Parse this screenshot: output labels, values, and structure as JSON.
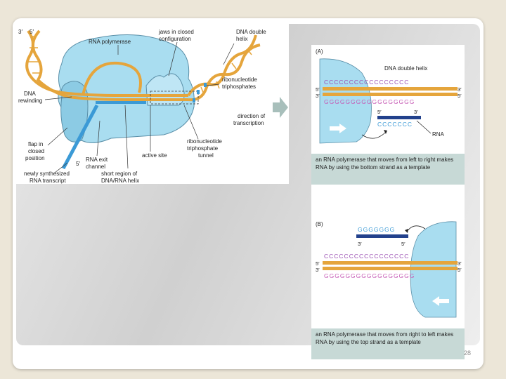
{
  "slide": {
    "page_number": "28"
  },
  "left_figure": {
    "labels": {
      "three_prime": "3′",
      "five_prime": "5′",
      "rna_polymerase": "RNA polymerase",
      "jaws_line1": "jaws in closed",
      "jaws_line2": "configuration",
      "dna_helix_line1": "DNA double",
      "dna_helix_line2": "helix",
      "dna_rewind_line1": "DNA",
      "dna_rewind_line2": "rewinding",
      "ribonuc_line1": "ribonucleotide",
      "ribonuc_line2": "triphosphates",
      "direction_line1": "direction of",
      "direction_line2": "transcription",
      "flap_line1": "flap in",
      "flap_line2": "closed",
      "flap_line3": "position",
      "rna_exit_line1": "RNA exit",
      "rna_exit_line2": "channel",
      "active_site": "active site",
      "tunnel_line1": "ribonucleotide",
      "tunnel_line2": "triphosphate",
      "tunnel_line3": "tunnel",
      "five_prime_rna": "5′",
      "newly_line1": "newly synthesized",
      "newly_line2": "RNA transcript",
      "short_line1": "short region of",
      "short_line2": "DNA/RNA helix"
    }
  },
  "right_figure": {
    "panel_a": {
      "tag": "(A)",
      "dna_label": "DNA double helix",
      "top_seq": "CCCCCCCCCCCCCCCCC",
      "bottom_seq": "GGGGGGGGGGGGGGGGG",
      "left_top_end": "5′",
      "left_bottom_end": "3′",
      "right_top_end": "3′",
      "right_bottom_end": "5′",
      "rna_five": "5′",
      "rna_three": "3′",
      "rna_seq": "CCCCCCC",
      "rna_label": "RNA",
      "caption": "an RNA polymerase that moves from left to right makes RNA by using the bottom strand as a template"
    },
    "panel_b": {
      "tag": "(B)",
      "rna_seq": "GGGGGGG",
      "rna_three": "3′",
      "rna_five": "5′",
      "top_seq": "CCCCCCCCCCCCCCCCC",
      "bottom_seq": "GGGGGGGGGGGGGGGGG",
      "left_top_end": "5′",
      "left_bottom_end": "3′",
      "right_top_end": "3′",
      "right_bottom_end": "5′",
      "caption": "an RNA polymerase that moves from right to left makes RNA by using the top strand as a template"
    }
  },
  "colors": {
    "dna_strand": "#e5a53c",
    "polymerase": "#a9ddf0",
    "rna": "#3b9ad6",
    "rna_dark": "#22418c",
    "seq_c": "#9b4fb3",
    "seq_g": "#c65bb5",
    "caption_bg": "#c7d9d6"
  }
}
